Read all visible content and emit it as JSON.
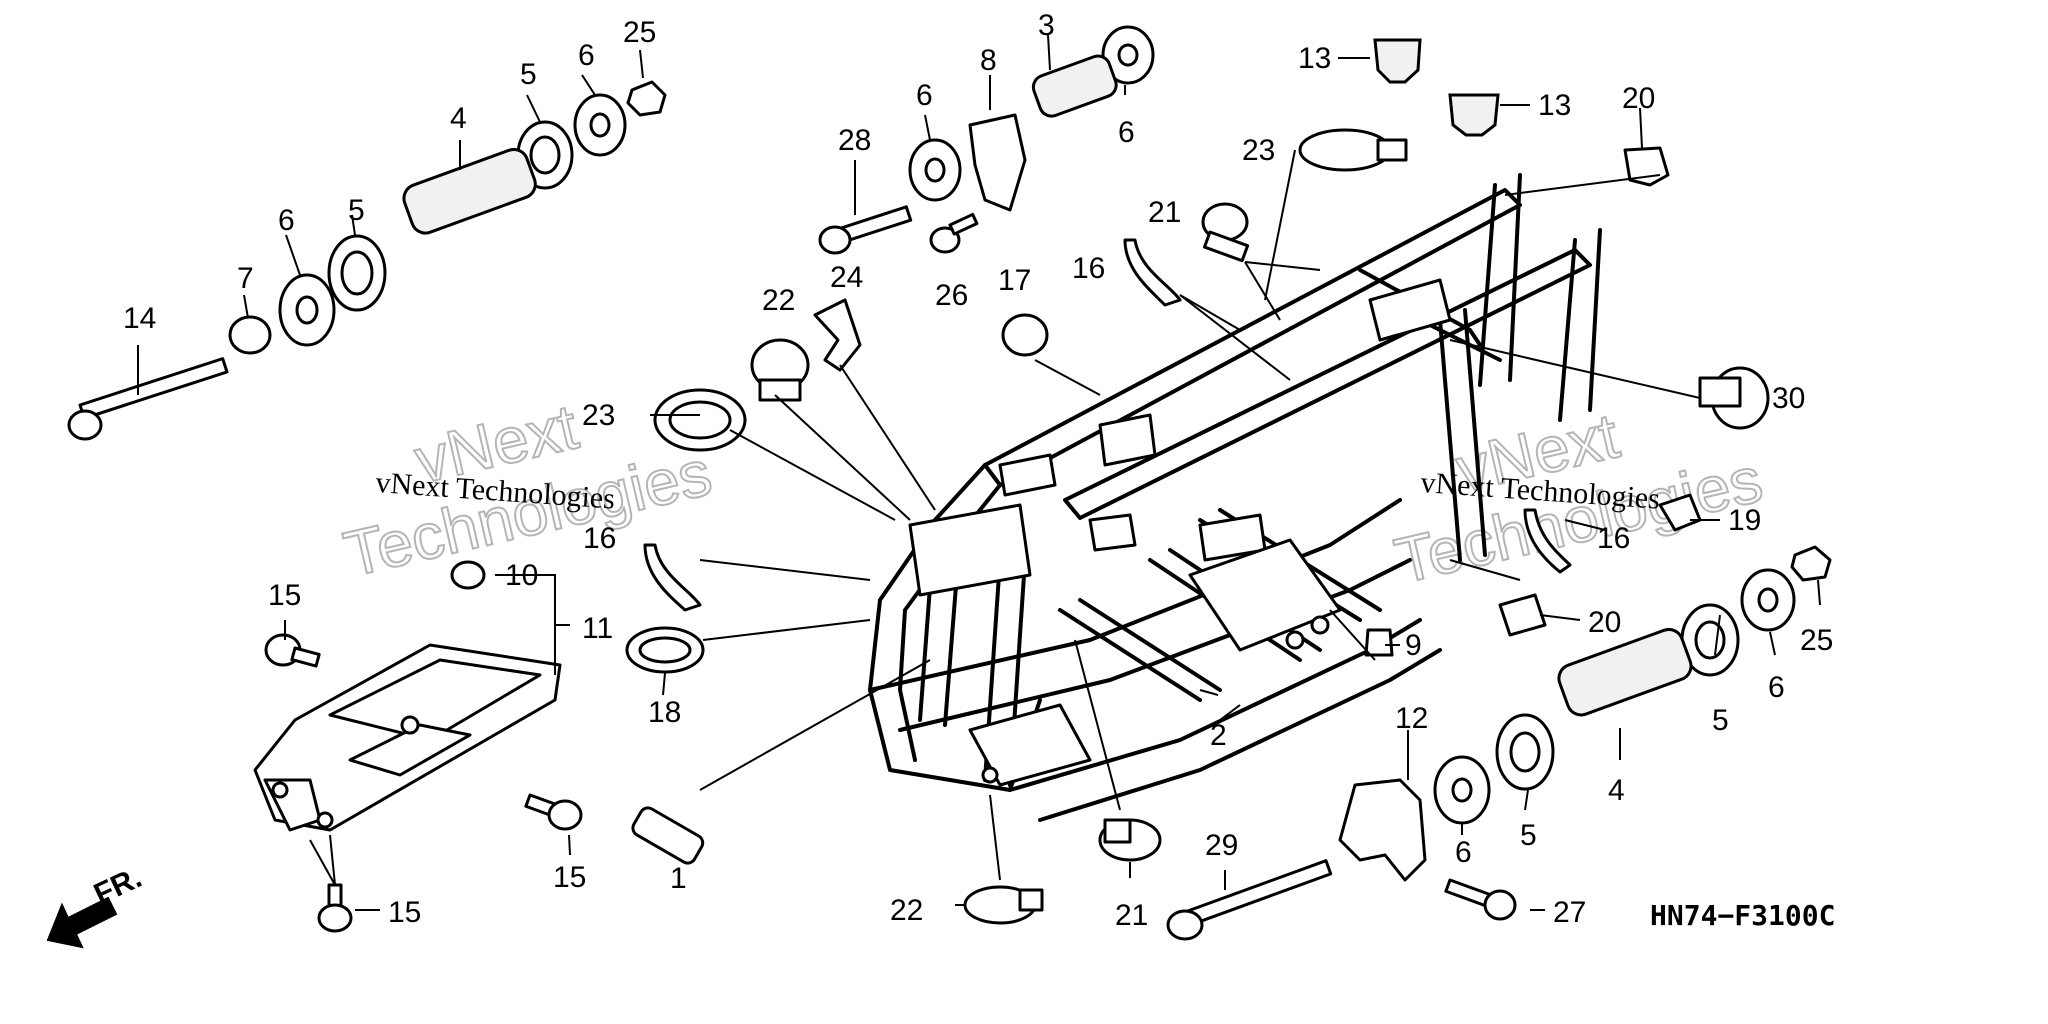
{
  "diagram_code": "HN74−F3100C",
  "direction_label": "FR.",
  "watermark": {
    "company": "vNext Technologies",
    "line1": "vNext",
    "line2": "Technologies"
  },
  "callouts": [
    "1",
    "2",
    "3",
    "4",
    "5",
    "6",
    "7",
    "8",
    "9",
    "10",
    "11",
    "12",
    "13",
    "14",
    "15",
    "16",
    "17",
    "18",
    "19",
    "20",
    "21",
    "22",
    "23",
    "24",
    "25",
    "26",
    "27",
    "28",
    "29",
    "30"
  ]
}
